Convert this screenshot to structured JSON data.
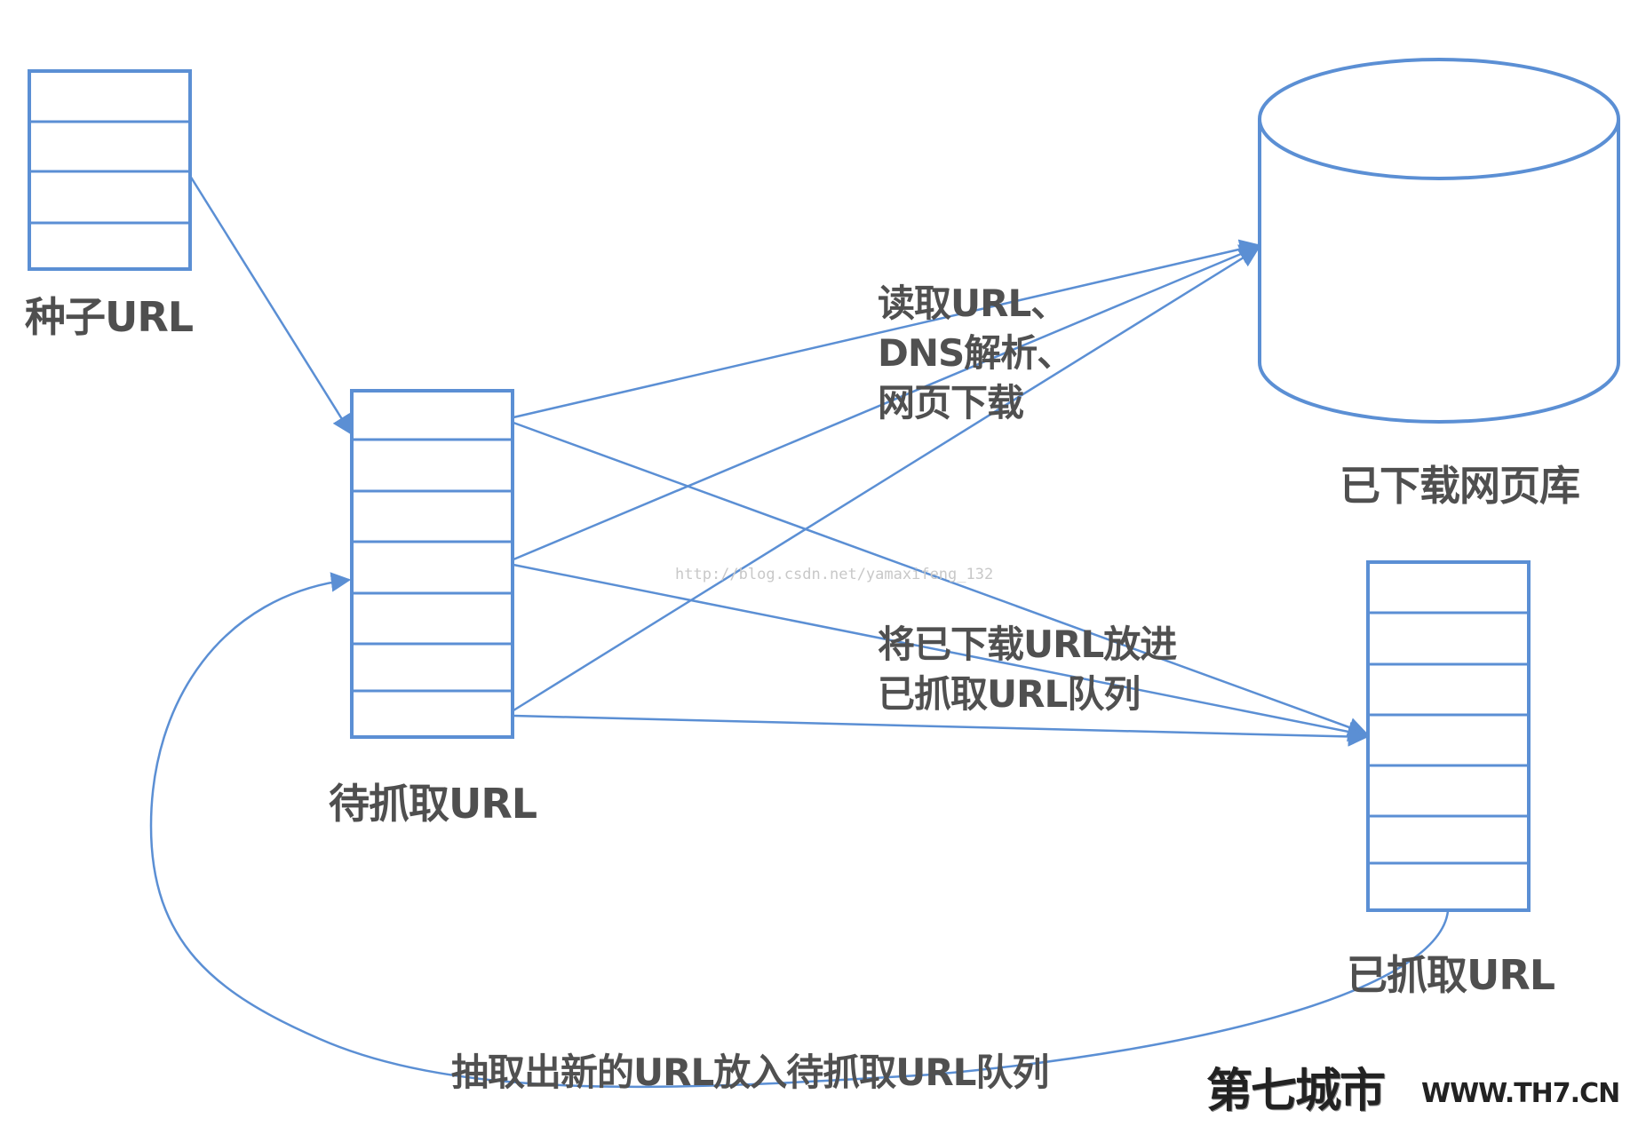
{
  "nodes": {
    "seed": {
      "label": "种子URL"
    },
    "pending": {
      "label": "待抓取URL"
    },
    "database": {
      "label": "已下载网页库"
    },
    "crawled": {
      "label": "已抓取URL"
    }
  },
  "edges": {
    "download": {
      "lines": [
        "读取URL、",
        "DNS解析、",
        "网页下载"
      ]
    },
    "enqueue_crawled": {
      "lines": [
        "将已下载URL放进",
        "已抓取URL队列"
      ]
    },
    "extract_new": {
      "label": "抽取出新的URL放入待抓取URL队列"
    }
  },
  "watermark": "http://blog.csdn.net/yamaxifeng_132",
  "branding": {
    "name": "第七城市",
    "url": "WWW.TH7.CN"
  },
  "colors": {
    "stroke": "#5b8fd4",
    "text": "#4f4f4f"
  }
}
